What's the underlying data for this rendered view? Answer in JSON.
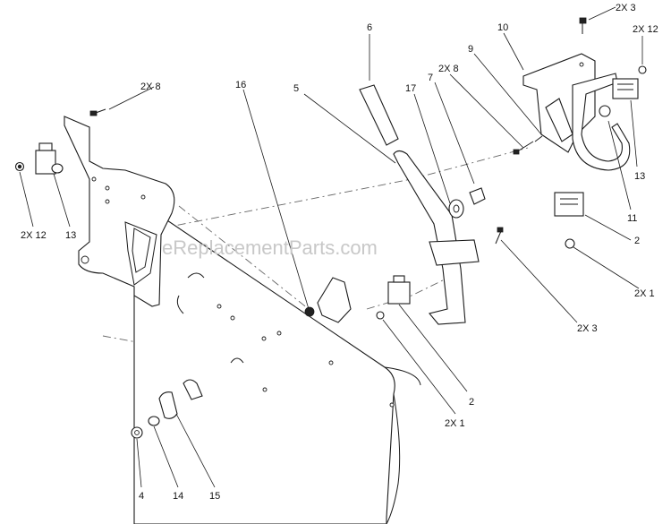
{
  "watermark": "eReplacementParts.com",
  "callouts": {
    "c_2x3_top": "2X 3",
    "c_2x12_top": "2X 12",
    "c_10": "10",
    "c_6": "6",
    "c_9": "9",
    "c_2x8_mid": "2X 8",
    "c_7": "7",
    "c_17": "17",
    "c_5": "5",
    "c_16": "16",
    "c_2x8_left": "2X 8",
    "c_13_right": "13",
    "c_11": "11",
    "c_2_right": "2",
    "c_2x1_right": "2X 1",
    "c_2x3_mid": "2X 3",
    "c_2x12_left": "2X 12",
    "c_13_left": "13",
    "c_2_mid": "2",
    "c_2x1_mid": "2X 1",
    "c_4": "4",
    "c_14": "14",
    "c_15": "15"
  },
  "colors": {
    "line": "#1a1a1a",
    "watermark": "#c8c8c8",
    "background": "#ffffff"
  }
}
